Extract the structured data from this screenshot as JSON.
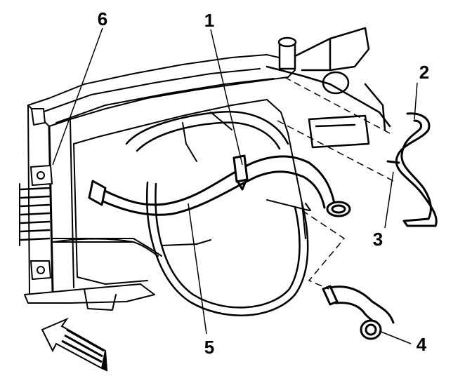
{
  "callouts": [
    {
      "id": "1",
      "label": "1"
    },
    {
      "id": "2",
      "label": "2"
    },
    {
      "id": "3",
      "label": "3"
    },
    {
      "id": "4",
      "label": "4"
    },
    {
      "id": "5",
      "label": "5"
    },
    {
      "id": "6",
      "label": "6"
    }
  ],
  "colors": {
    "ink": "#000000",
    "paper": "#ffffff"
  },
  "icons": {
    "direction_arrow": "arrow-forward-icon"
  }
}
